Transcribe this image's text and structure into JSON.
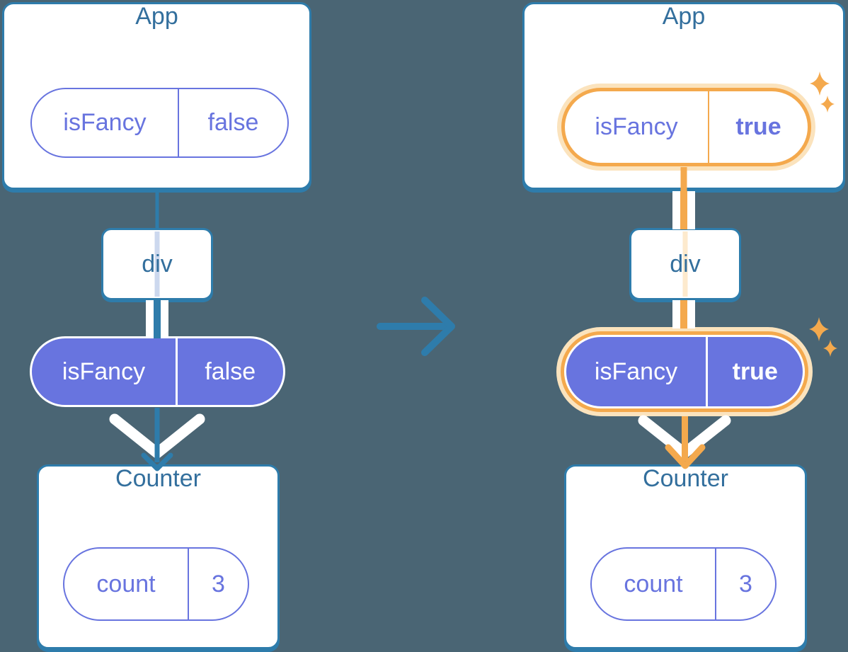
{
  "colors": {
    "bg": "#4a6574",
    "blue": "#2e7cab",
    "teal_text": "#336f9d",
    "purple": "#6874df",
    "purple_pale": "#ccd8ee",
    "orange": "#f4a94d",
    "orange_glow": "#fbe3bd",
    "orange_pale": "#fdeacd",
    "white": "#ffffff"
  },
  "left": {
    "app_title": "App",
    "app_prop": {
      "name": "isFancy",
      "value": "false"
    },
    "div_label": "div",
    "flow_prop": {
      "name": "isFancy",
      "value": "false"
    },
    "counter_title": "Counter",
    "counter_state": {
      "name": "count",
      "value": "3"
    }
  },
  "right": {
    "app_title": "App",
    "app_prop": {
      "name": "isFancy",
      "value": "true"
    },
    "div_label": "div",
    "flow_prop": {
      "name": "isFancy",
      "value": "true"
    },
    "counter_title": "Counter",
    "counter_state": {
      "name": "count",
      "value": "3"
    }
  },
  "icons": {
    "sparkle": "four-pointed star ✦ (highlight of changed value)",
    "transition_arrow": "→ (before state changes to after state)",
    "render_arrow": "⌄ double white chevron (props passed down to Counter)"
  }
}
